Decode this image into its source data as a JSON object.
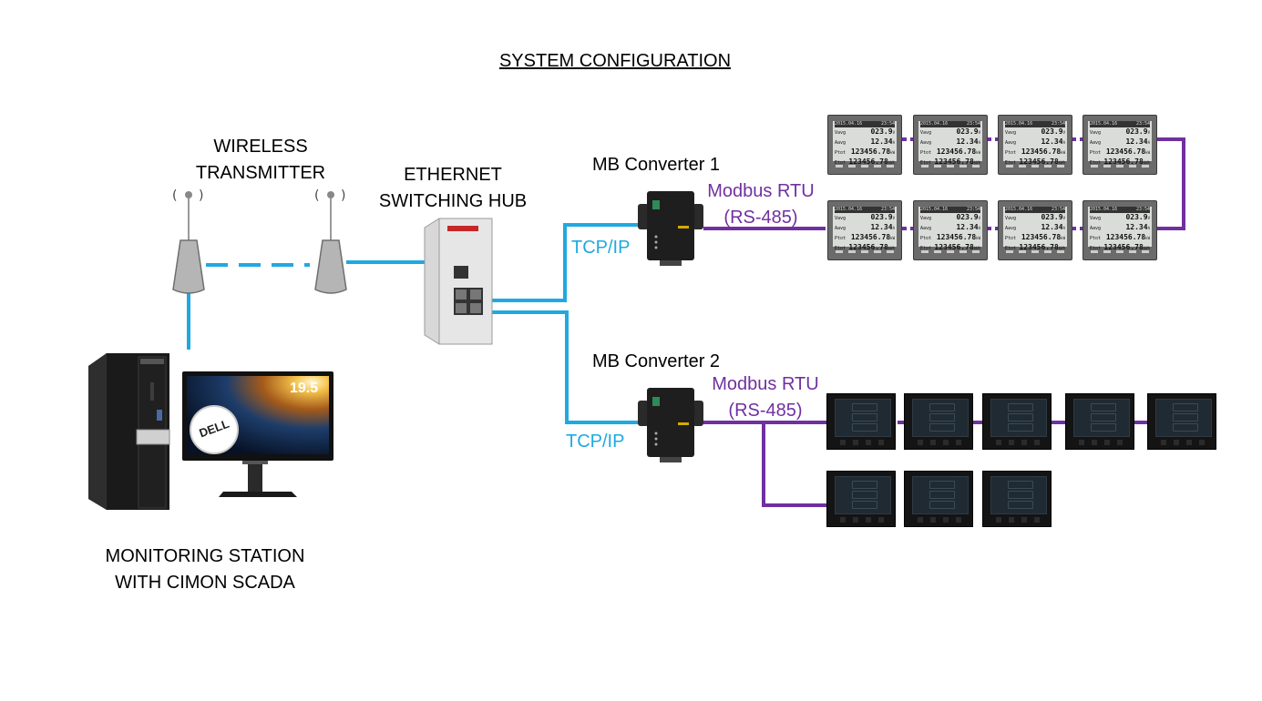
{
  "title": "SYSTEM CONFIGURATION",
  "labels": {
    "wireless_l1": "WIRELESS",
    "wireless_l2": "TRANSMITTER",
    "hub_l1": "ETHERNET",
    "hub_l2": "SWITCHING HUB",
    "station_l1": "MONITORING STATION",
    "station_l2": "WITH CIMON SCADA",
    "conv1": "MB Converter 1",
    "conv2": "MB Converter 2",
    "tcp1": "TCP/IP",
    "tcp2": "TCP/IP",
    "rtu1_l1": "Modbus RTU",
    "rtu1_l2": "(RS-485)",
    "rtu2_l1": "Modbus RTU",
    "rtu2_l2": "(RS-485)"
  },
  "monitor_reading": "19.5",
  "monitor_brand": "DELL",
  "meter_screen": {
    "date": "2015.04.16",
    "time": "23:54",
    "rows": [
      {
        "label": "Vavg",
        "value": "023.9",
        "unit": "V"
      },
      {
        "label": "Aavg",
        "value": "12.34",
        "unit": "A"
      },
      {
        "label": "Ptot",
        "value": "123456.78",
        "unit": "kW"
      },
      {
        "label": "Etot",
        "value": "123456.78",
        "unit": "kWh"
      }
    ]
  },
  "colors": {
    "ethernet": "#1fa9e1",
    "rs485": "#7030a0",
    "meter_dark": "#141414",
    "meter_screen": "#202a32"
  }
}
